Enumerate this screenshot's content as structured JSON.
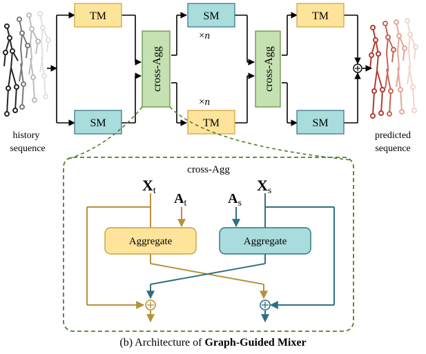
{
  "top": {
    "tm_label": "TM",
    "sm_label": "SM",
    "cross_agg_label": "cross-Agg",
    "repeat_prefix": "×",
    "repeat_var": "n",
    "input_label_1": "history",
    "input_label_2": "sequence",
    "output_label_1": "predicted",
    "output_label_2": "sequence",
    "plus_symbol": "+"
  },
  "detail": {
    "title": "cross-Agg",
    "xt_main": "X",
    "xt_sub": "t",
    "at_main": "A",
    "at_sub": "t",
    "as_main": "A",
    "as_sub": "s",
    "xs_main": "X",
    "xs_sub": "s",
    "aggregate_label": "Aggregate",
    "plus_symbol": "+"
  },
  "caption": {
    "prefix": "(b) Architecture of ",
    "bold": "Graph-Guided Mixer"
  },
  "colors": {
    "tm_fill": "#fde49a",
    "tm_stroke": "#c9a23a",
    "sm_fill": "#a9dcdc",
    "sm_stroke": "#2e7080",
    "agg_fill": "#c5e0b1",
    "agg_stroke": "#5c8a3a",
    "gold_line": "#b8903a",
    "teal_line": "#2e7080",
    "dashed_border": "#4f7b2a",
    "history_skeleton": "#222222",
    "predicted_skeleton": "#b03a2e"
  }
}
